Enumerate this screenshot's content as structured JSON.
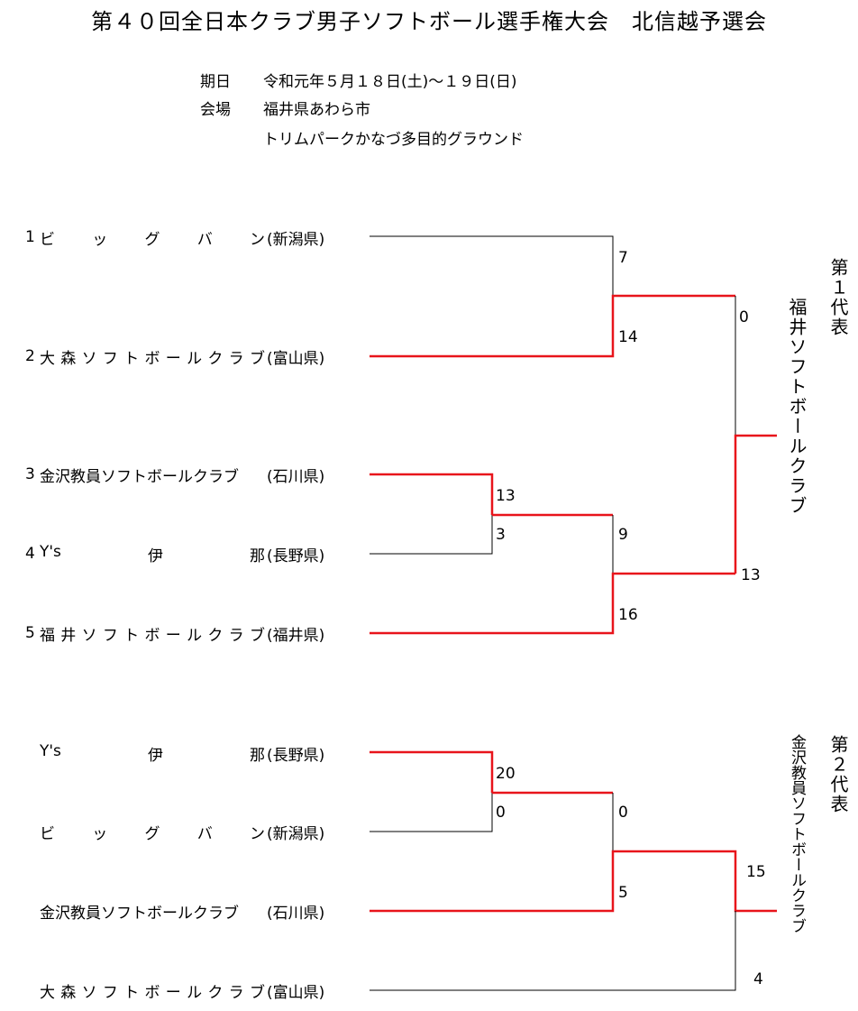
{
  "title": "第４０回全日本クラブ男子ソフトボール選手権大会　北信越予選会",
  "info": {
    "date_label": "期日",
    "date_value": "令和元年５月１８日(土)～１９日(日)",
    "venue_label": "会場",
    "venue_line1": "福井県あわら市",
    "venue_line2": "トリムパークかなづ多目的グラウンド"
  },
  "bracket1": {
    "teams": [
      {
        "num": "1",
        "name": "ビッグバン",
        "spread": true,
        "pref": "(新潟県)"
      },
      {
        "num": "2",
        "name": "大森ソフトボールクラブ",
        "spread": true,
        "pref": "(富山県)"
      },
      {
        "num": "3",
        "name": "金沢教員ソフトボールクラブ",
        "spread": false,
        "pref": "(石川県)"
      },
      {
        "num": "4",
        "name": "Y's伊那",
        "spread": true,
        "pref": "(長野県)"
      },
      {
        "num": "5",
        "name": "福井ソフトボールクラブ",
        "spread": true,
        "pref": "(福井県)"
      }
    ],
    "scores": {
      "m1_top": "7",
      "m1_bottom": "14",
      "m2_top": "13",
      "m2_bottom": "3",
      "m3_top": "9",
      "m3_bottom": "16",
      "final_top": "0",
      "final_bottom": "13"
    },
    "rep_label": "第１代表",
    "winner": "福井ソフトボールクラブ"
  },
  "bracket2": {
    "teams": [
      {
        "num": "",
        "name": "Y's伊那",
        "spread": true,
        "pref": "(長野県)"
      },
      {
        "num": "",
        "name": "ビッグバン",
        "spread": true,
        "pref": "(新潟県)"
      },
      {
        "num": "",
        "name": "金沢教員ソフトボールクラブ",
        "spread": false,
        "pref": "(石川県)"
      },
      {
        "num": "",
        "name": "大森ソフトボールクラブ",
        "spread": true,
        "pref": "(富山県)"
      }
    ],
    "scores": {
      "m1_top": "20",
      "m1_bottom": "0",
      "m2_top": "0",
      "m2_bottom": "5",
      "final_top": "15",
      "final_bottom": "4"
    },
    "rep_label": "第２代表",
    "winner": "金沢教員ソフトボールクラブ"
  },
  "colors": {
    "winner_line": "#e8141b",
    "loser_line": "#000000"
  }
}
